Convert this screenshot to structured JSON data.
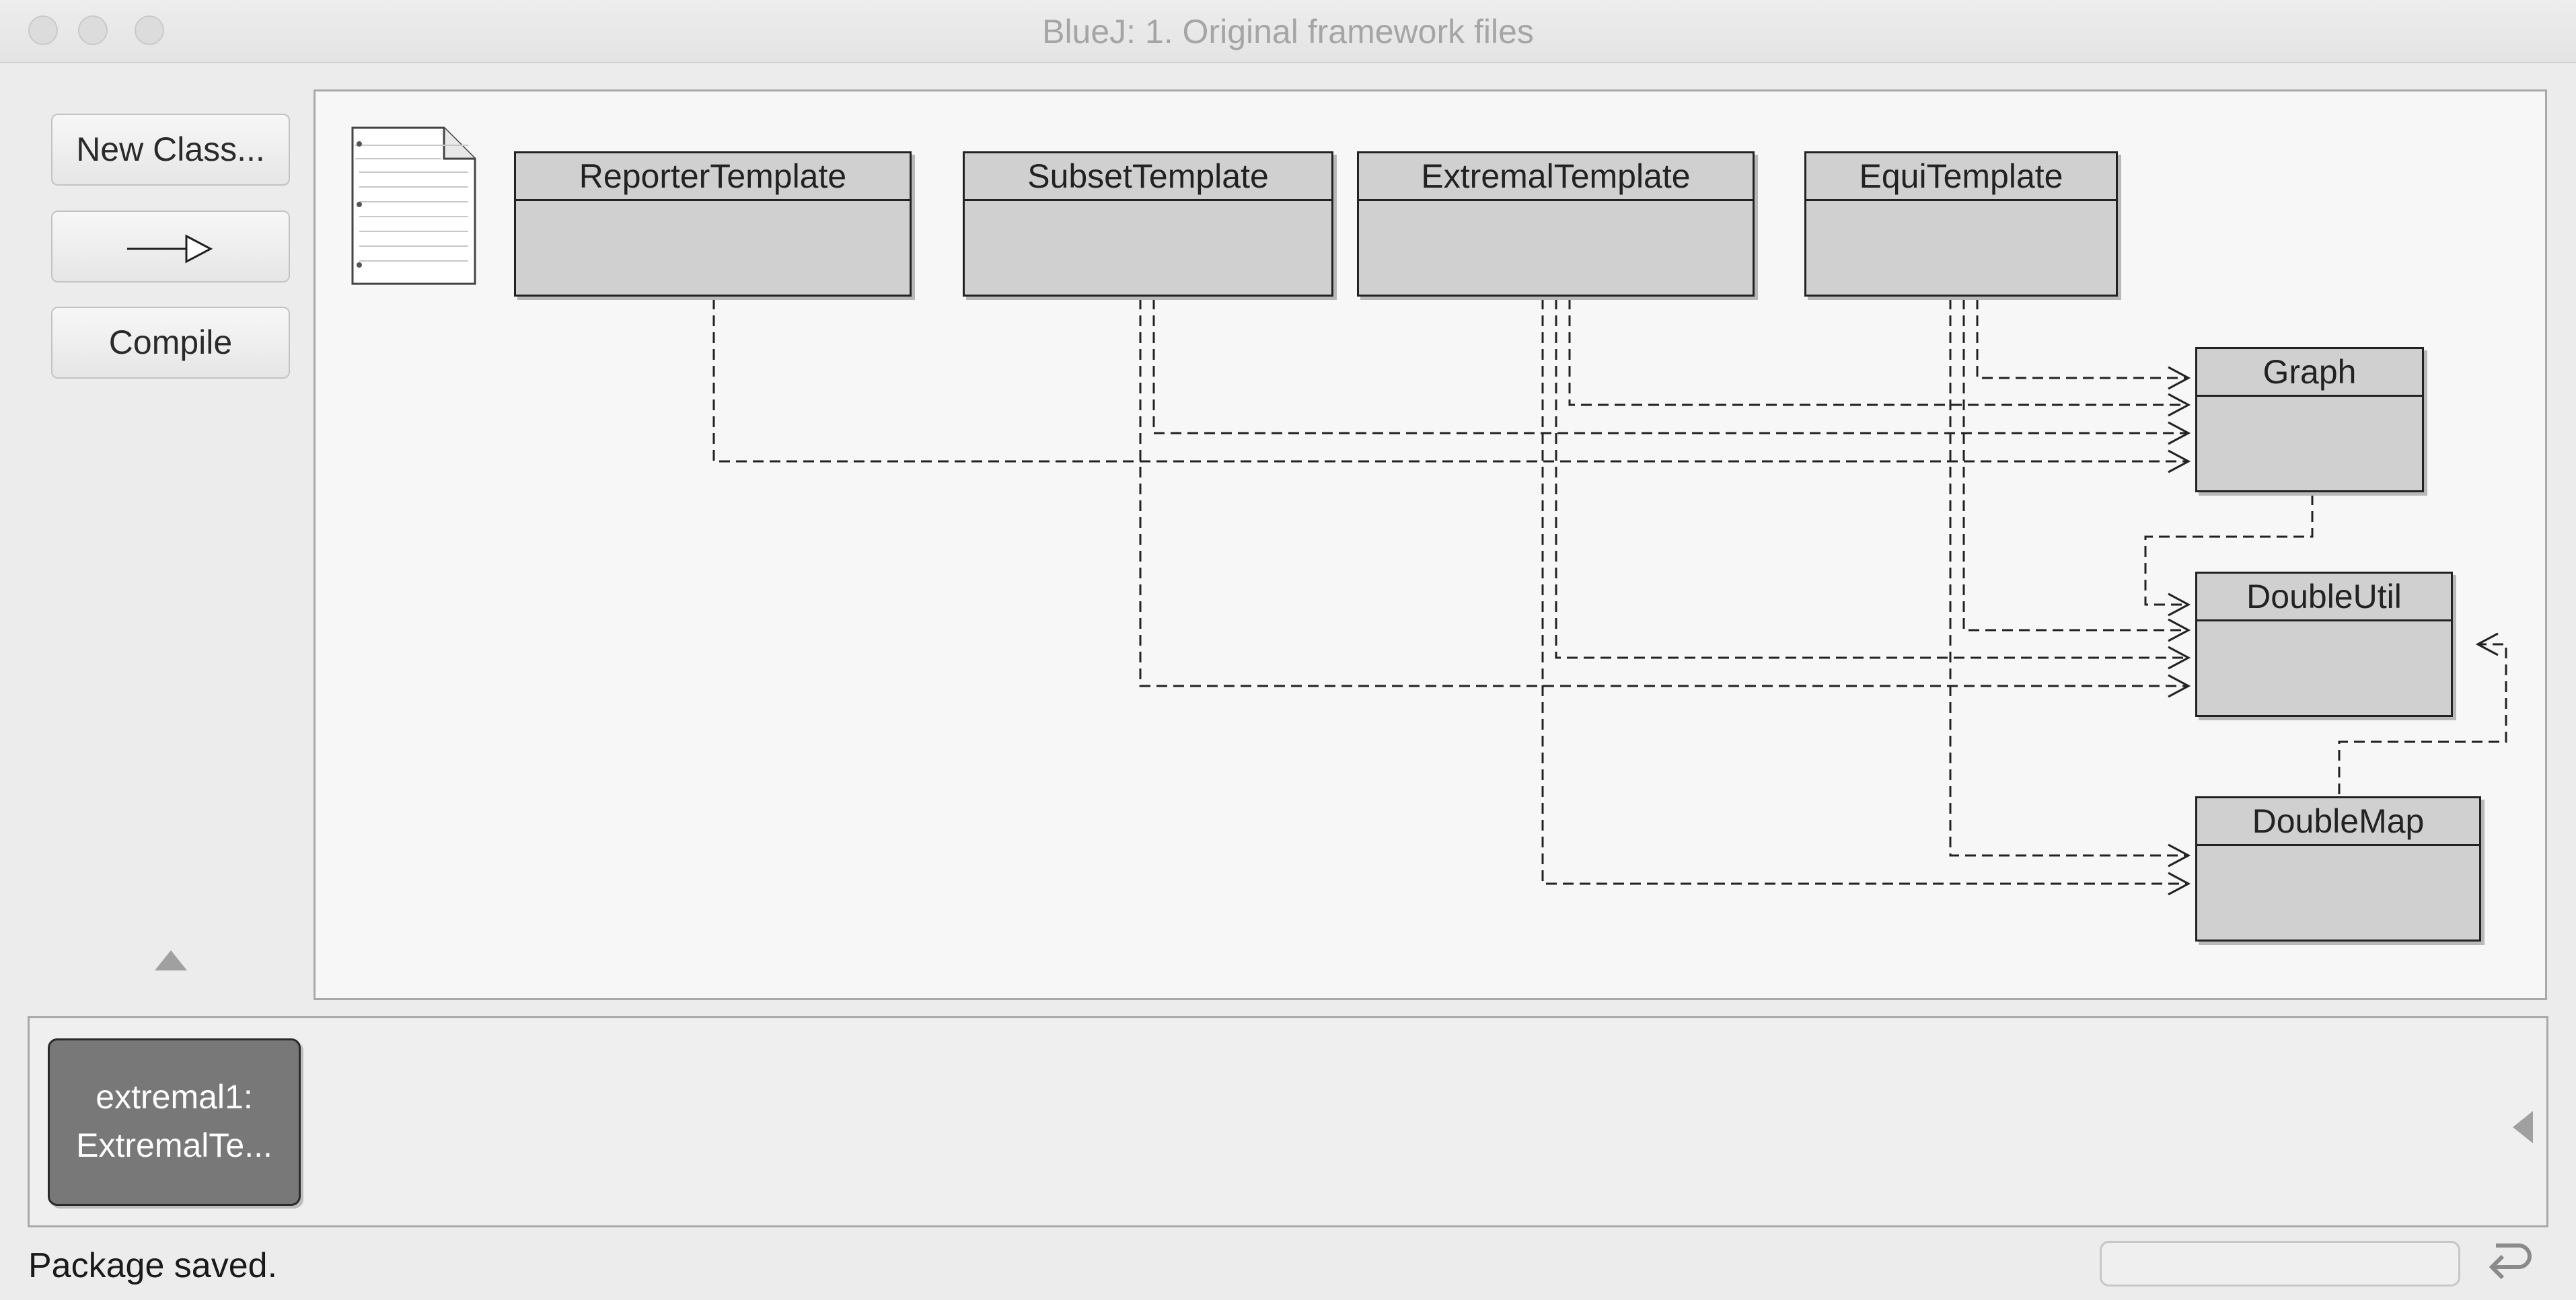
{
  "window": {
    "title": "BlueJ:  1. Original framework files"
  },
  "toolbar": {
    "new_class_label": "New Class...",
    "new_arrow_icon": "inheritance-arrow-icon",
    "compile_label": "Compile"
  },
  "diagram": {
    "classes": [
      {
        "id": "reporter",
        "name": "ReporterTemplate"
      },
      {
        "id": "subset",
        "name": "SubsetTemplate"
      },
      {
        "id": "extremal",
        "name": "ExtremalTemplate"
      },
      {
        "id": "equi",
        "name": "EquiTemplate"
      },
      {
        "id": "graph",
        "name": "Graph"
      },
      {
        "id": "doubleutil",
        "name": "DoubleUtil"
      },
      {
        "id": "doublemap",
        "name": "DoubleMap"
      }
    ],
    "dependencies": [
      {
        "from": "ReporterTemplate",
        "to": "Graph"
      },
      {
        "from": "SubsetTemplate",
        "to": "Graph"
      },
      {
        "from": "SubsetTemplate",
        "to": "DoubleUtil"
      },
      {
        "from": "ExtremalTemplate",
        "to": "Graph"
      },
      {
        "from": "ExtremalTemplate",
        "to": "DoubleUtil"
      },
      {
        "from": "ExtremalTemplate",
        "to": "DoubleMap"
      },
      {
        "from": "EquiTemplate",
        "to": "Graph"
      },
      {
        "from": "EquiTemplate",
        "to": "DoubleUtil"
      },
      {
        "from": "EquiTemplate",
        "to": "DoubleMap"
      },
      {
        "from": "Graph",
        "to": "DoubleUtil"
      },
      {
        "from": "DoubleMap",
        "to": "DoubleUtil"
      }
    ]
  },
  "object_bench": {
    "objects": [
      {
        "line1": "extremal1:",
        "line2": "ExtremalTe..."
      }
    ]
  },
  "status": {
    "message": "Package saved."
  },
  "colors": {
    "class_fill": "#d0d0d0",
    "object_fill": "#787878",
    "canvas_bg": "#f7f7f7"
  }
}
